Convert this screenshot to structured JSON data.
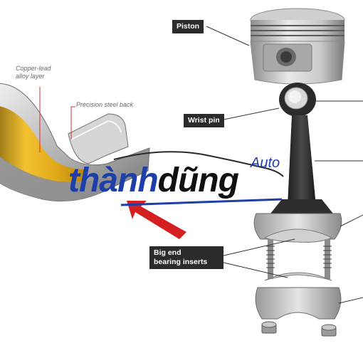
{
  "labels": {
    "copper_lead": "Copper-lead\nalloy layer",
    "precision_steel": "Precision steel back",
    "piston": "Piston",
    "wrist_pin": "Wrist pin",
    "big_end": "Big end\nbearing inserts"
  },
  "logo": {
    "part1": "thành",
    "part2": "dũng",
    "auto": "Auto"
  },
  "colors": {
    "tag_bg": "#2b2b2b",
    "logo_blue": "#1f3fa8",
    "arrow_red": "#d42020",
    "bearing_gold": "#e8b020",
    "leader_red": "#d43030"
  }
}
